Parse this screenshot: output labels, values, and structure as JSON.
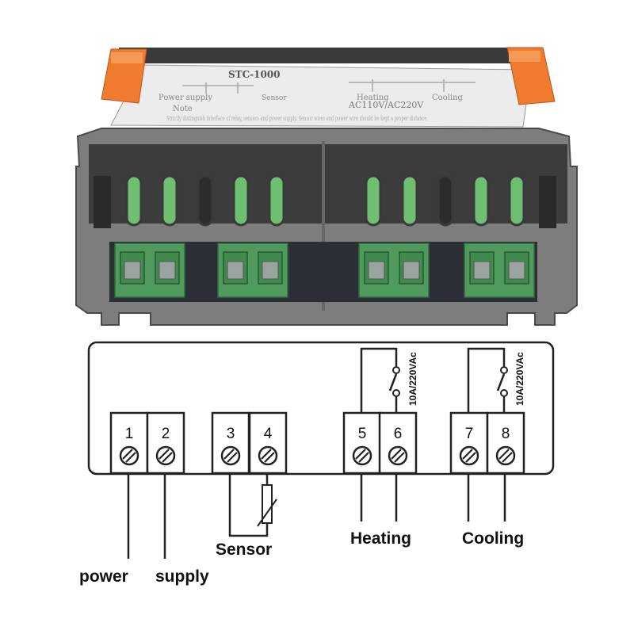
{
  "device": {
    "model_label": "STC-1000",
    "label_power_supply": "Power supply",
    "label_sensor": "Sensor",
    "label_heating": "Heating",
    "label_cooling": "Cooling",
    "label_voltage": "AC110V/AC220V",
    "note_title": "Note",
    "note_text": "Strictly distinguish interface of relay, sensors and power supply. Sensor wires and power wire should be kept a proper distance."
  },
  "diagram": {
    "terminals": [
      "1",
      "2",
      "3",
      "4",
      "5",
      "6",
      "7",
      "8"
    ],
    "relay_rating_heating": "10A/220VAc",
    "relay_rating_cooling": "10A/220VAc",
    "labels": {
      "power": "power",
      "supply": "supply",
      "sensor": "Sensor",
      "heating": "Heating",
      "cooling": "Cooling"
    }
  },
  "colors": {
    "housing": "#7d7d7d",
    "housing_dark": "#5a5a5a",
    "terminal_green": "#4f9a5c",
    "clip_orange": "#f07a2e",
    "label_bg": "#e6e6e6",
    "line": "#222222"
  }
}
